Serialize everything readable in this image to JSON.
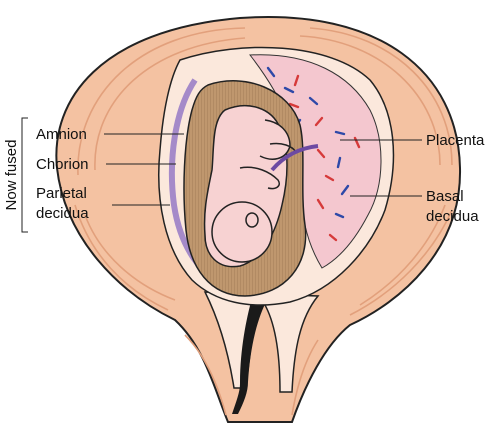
{
  "labels": {
    "group": "Now fused",
    "amnion": "Amnion",
    "chorion": "Chorion",
    "parietal_decidua_1": "Parietal",
    "parietal_decidua_2": "decidua",
    "placenta": "Placenta",
    "basal_decidua_1": "Basal",
    "basal_decidua_2": "decidua"
  },
  "colors": {
    "uterine_wall": "#f4c2a2",
    "uterine_stripe": "#e2a07c",
    "decidua_layer": "#fbe8dc",
    "amniotic_cavity": "#b98f67",
    "fetus": "#f7d2d2",
    "placenta": "#f4c7cf",
    "chorion_purple": "#a58ac9",
    "vessel_red": "#d63a3a",
    "vessel_blue": "#2e49a8",
    "cervical_canal": "#1a1a1a"
  }
}
